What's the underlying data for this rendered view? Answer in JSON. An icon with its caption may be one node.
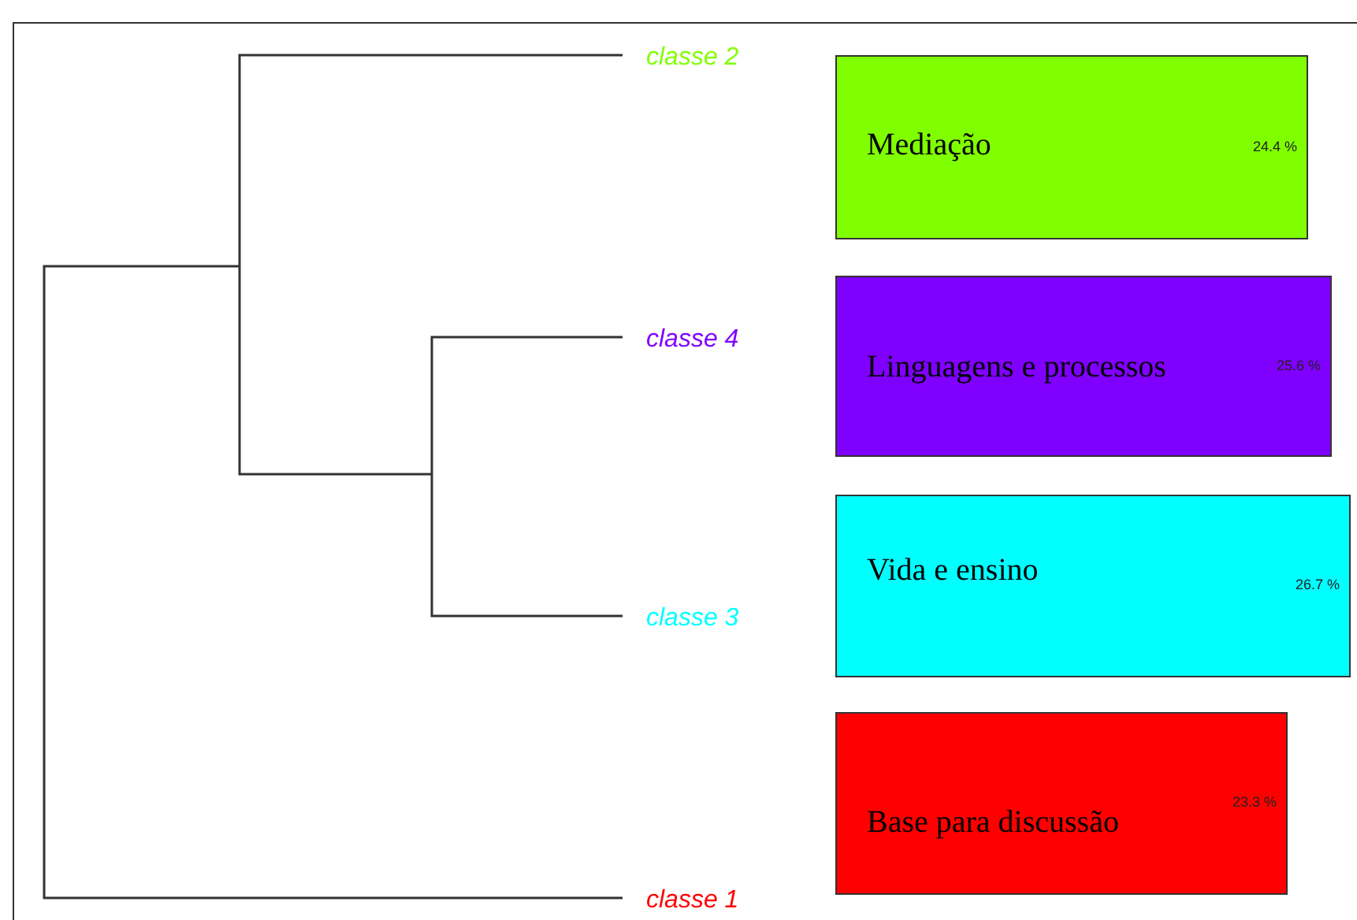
{
  "diagram": {
    "nodes": [
      {
        "text": [
          "Mediação",
          "24.4 %"
        ]
      },
      {
        "text": [
          "Linguagens e processos",
          "25.6 %"
        ]
      },
      {
        "text": [
          "Vida e ensino",
          "26.7 %"
        ]
      },
      {
        "text": [
          "Base para discussão",
          "23.3 %"
        ]
      }
    ],
    "labels": [
      "classe 2",
      "classe 4",
      "classe 3",
      "classe 1"
    ]
  }
}
